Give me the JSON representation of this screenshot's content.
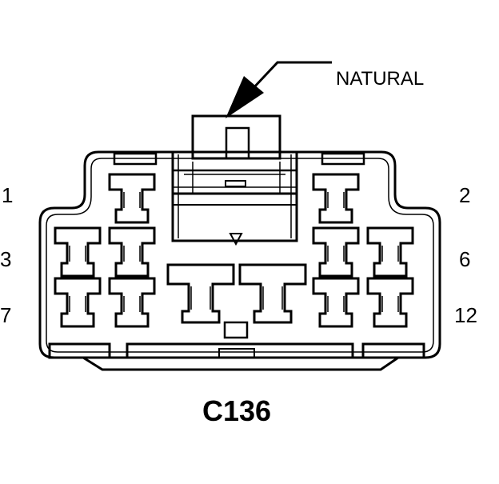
{
  "connector": {
    "id": "C136",
    "color_label": "NATURAL"
  },
  "pin_numbers": {
    "top_left": "1",
    "top_right": "2",
    "mid_left": "3",
    "mid_right": "6",
    "bottom_left": "7",
    "bottom_right": "12"
  }
}
